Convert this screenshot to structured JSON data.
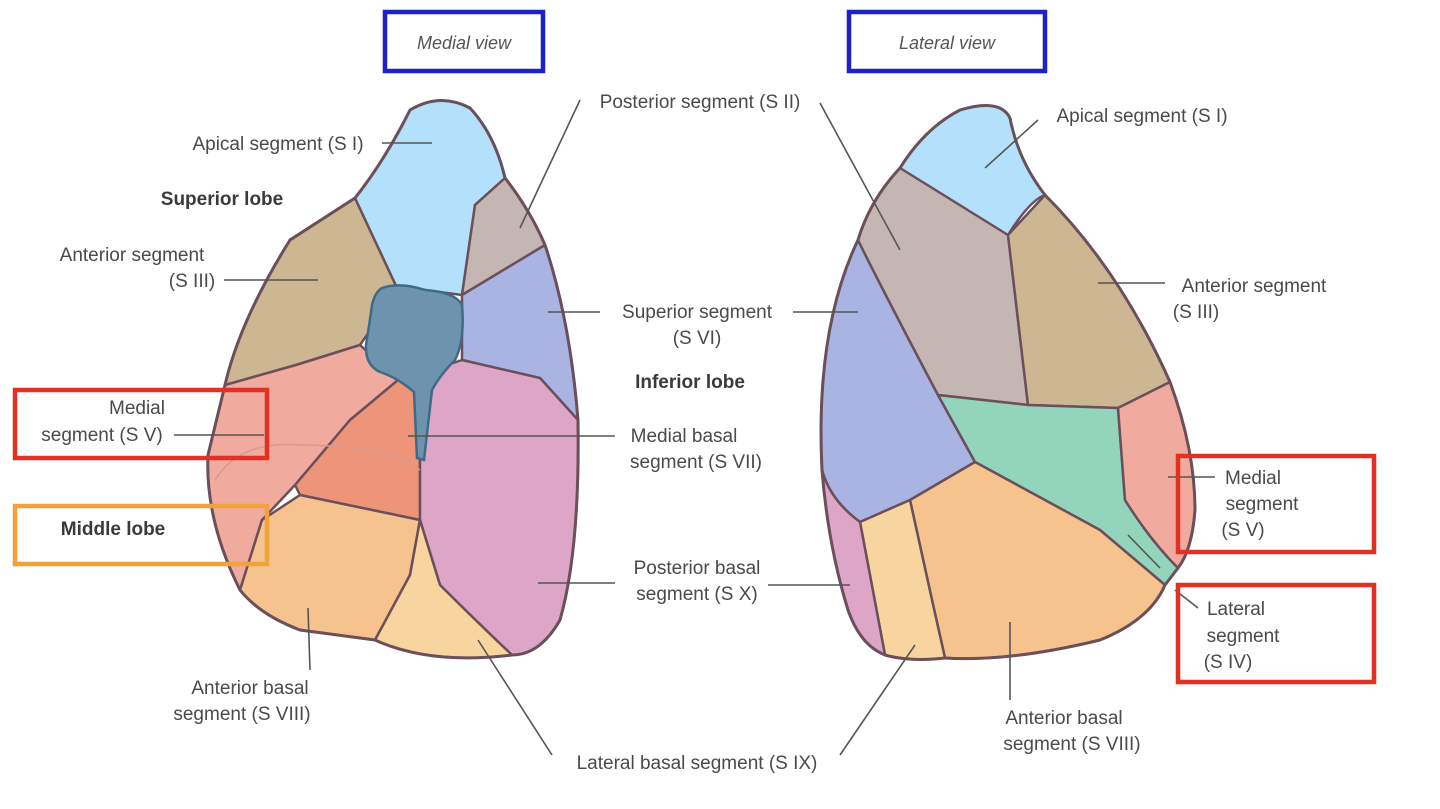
{
  "views": {
    "medial": "Medial view",
    "lateral": "Lateral view"
  },
  "lobes": {
    "superior": "Superior lobe",
    "inferior": "Inferior lobe",
    "middle": "Middle lobe"
  },
  "labels": {
    "apical_medial": "Apical segment (S I)",
    "anterior_medial_1": "Anterior segment",
    "anterior_medial_2": "(S III)",
    "medial_left_1": "Medial",
    "medial_left_2": "segment (S V)",
    "anterior_basal_left_1": "Anterior basal",
    "anterior_basal_left_2": "segment (S VIII)",
    "posterior": "Posterior segment (S II)",
    "superior_seg_1": "Superior segment",
    "superior_seg_2": "(S VI)",
    "medial_basal_1": "Medial basal",
    "medial_basal_2": "segment (S VII)",
    "posterior_basal_1": "Posterior basal",
    "posterior_basal_2": "segment (S X)",
    "lateral_basal": "Lateral basal segment (S IX)",
    "apical_lateral": "Apical segment (S I)",
    "anterior_lateral_1": "Anterior segment",
    "anterior_lateral_2": "(S III)",
    "medial_right_1": "Medial",
    "medial_right_2": "segment",
    "medial_right_3": "(S V)",
    "lateral_right_1": "Lateral",
    "lateral_right_2": "segment",
    "lateral_right_3": "(S IV)",
    "anterior_basal_right_1": "Anterior basal",
    "anterior_basal_right_2": "segment (S VIII)"
  },
  "colors": {
    "apical": "#b3e0fa",
    "anterior": "#cdb793",
    "posterior": "#c4b7b3",
    "superior": "#aab4e3",
    "medial": "#f0aa9e",
    "medial_basal": "#ee9478",
    "anterior_basal": "#f6c28e",
    "lateral_basal": "#f8d59e",
    "posterior_basal": "#dda5c6",
    "lateral_seg": "#93d4bd",
    "hilum": "#6e94ad",
    "highlight_blue": "#1a22c8",
    "highlight_red": "#e03124",
    "highlight_orange": "#f1a23a"
  }
}
